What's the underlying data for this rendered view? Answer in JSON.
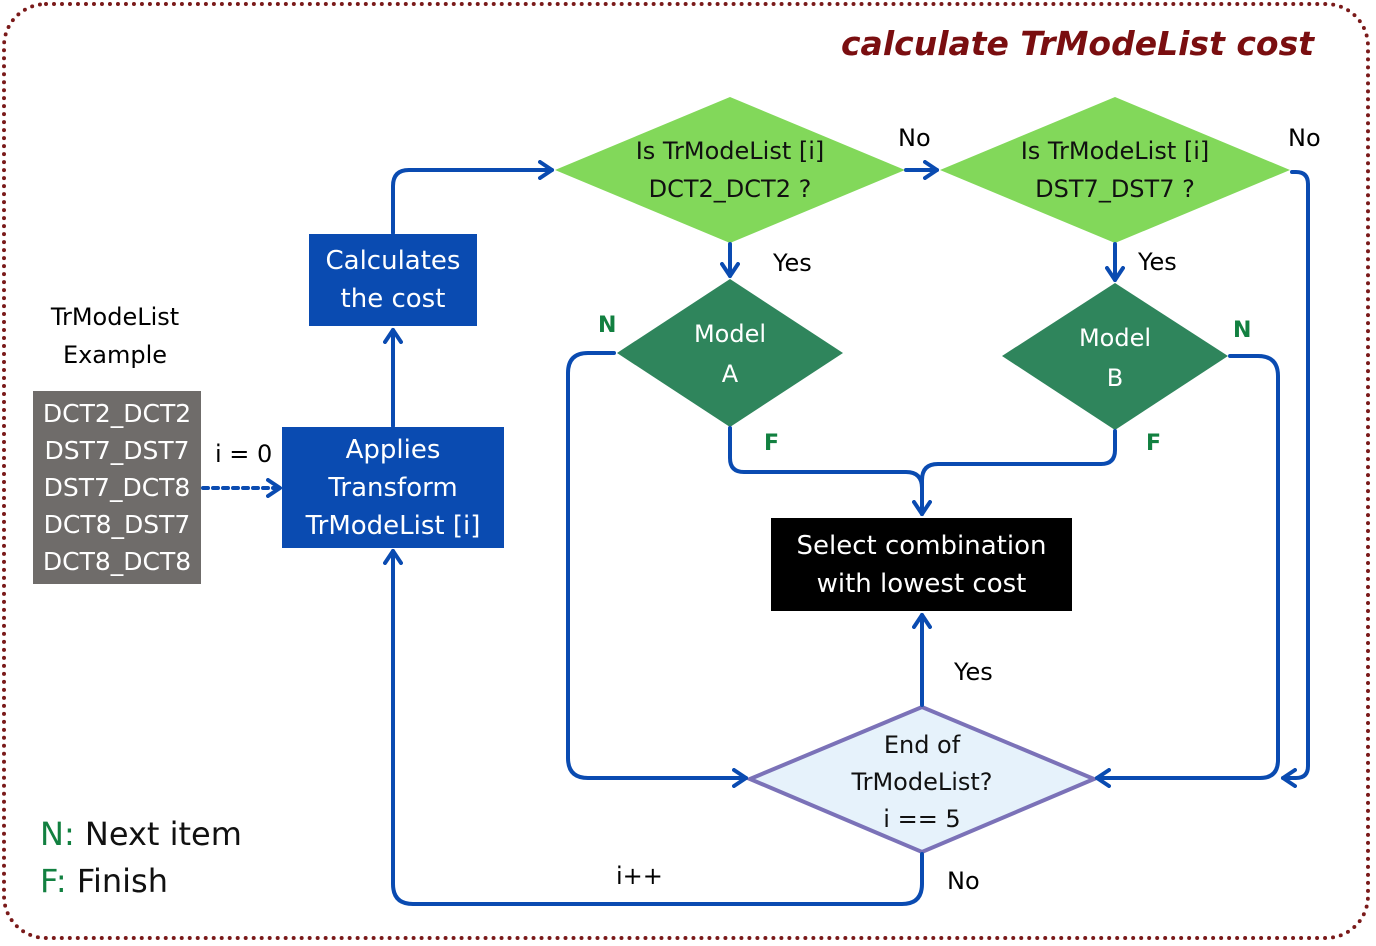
{
  "title": "calculate TrModeList cost",
  "example": {
    "heading_line1": "TrModeList",
    "heading_line2": "Example",
    "items": [
      "DCT2_DCT2",
      "DST7_DST7",
      "DST7_DCT8",
      "DCT8_DST7",
      "DCT8_DCT8"
    ]
  },
  "init_label": "i = 0",
  "nodes": {
    "apply": [
      "Applies",
      "Transform",
      "TrModeList [i]"
    ],
    "calc": [
      "Calculates",
      "the cost"
    ],
    "dec1": [
      "Is TrModeList [i]",
      "DCT2_DCT2 ?"
    ],
    "dec2": [
      "Is TrModeList [i]",
      "DST7_DST7 ?"
    ],
    "modelA": [
      "Model",
      "A"
    ],
    "modelB": [
      "Model",
      "B"
    ],
    "select": [
      "Select combination",
      "with lowest cost"
    ],
    "end": [
      "End of",
      "TrModeList?",
      "i == 5"
    ]
  },
  "edge_labels": {
    "no1": "No",
    "no2": "No",
    "yes1": "Yes",
    "yes2": "Yes",
    "yes_end": "Yes",
    "no_end": "No",
    "n_a": "N",
    "n_b": "N",
    "f_a": "F",
    "f_b": "F",
    "incr": "i++"
  },
  "legend": {
    "n_key": "N:",
    "n_text": "Next item",
    "f_key": "F:",
    "f_text": "Finish"
  },
  "colors": {
    "frame": "#7a1a1a",
    "title": "#7a0e10",
    "process_blue": "#0a4bb1",
    "arrow": "#0a4bb1",
    "decision_light_green": "#82d85a",
    "decision_dark_green": "#2f855c",
    "end_fill": "#e6f2fb",
    "end_stroke": "#7b72b8",
    "list_gray": "#6f6c6a",
    "label_green": "#128040"
  }
}
